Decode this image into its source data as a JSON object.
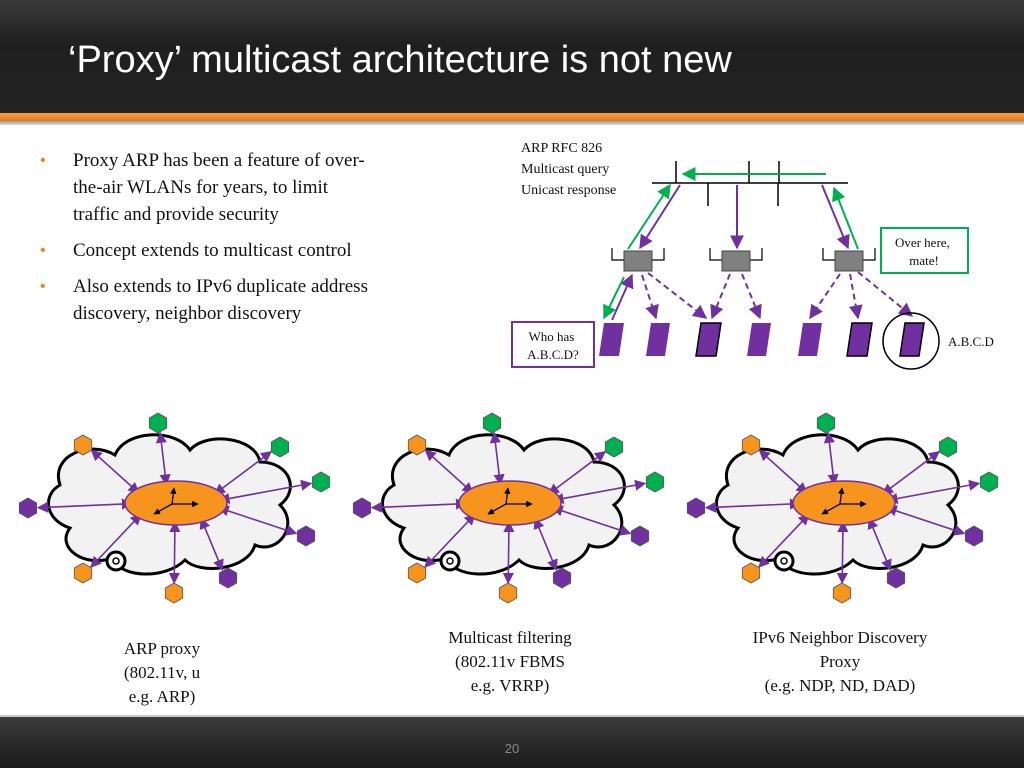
{
  "slide": {
    "title": "‘Proxy’ multicast architecture is not new",
    "page_number": "20"
  },
  "bullets": [
    "Proxy ARP has been a feature of over-the-air WLANs for years, to limit traffic and provide security",
    "Concept extends to multicast control",
    "Also extends to IPv6 duplicate address discovery, neighbor discovery"
  ],
  "arp_diagram": {
    "label_lines": [
      "ARP RFC 826",
      "Multicast query",
      "Unicast response"
    ],
    "callout_reply_lines": [
      "Over here,",
      "mate!"
    ],
    "callout_query_lines": [
      "Who has",
      "A.B.C.D?"
    ],
    "target_address": "A.B.C.D"
  },
  "proxy_diagrams": [
    {
      "caption_lines": [
        "ARP proxy",
        "(802.11v, u",
        "e.g. ARP)"
      ]
    },
    {
      "caption_lines": [
        "Multicast filtering",
        "(802.11v FBMS",
        "e.g. VRRP)"
      ]
    },
    {
      "caption_lines": [
        "IPv6 Neighbor Discovery",
        "Proxy",
        "(e.g. NDP, ND, DAD)"
      ]
    }
  ],
  "colors": {
    "accent_orange": "#f7941e",
    "purple": "#7030a0",
    "green": "#00b050",
    "cloud_fill": "#f2f2f2"
  }
}
